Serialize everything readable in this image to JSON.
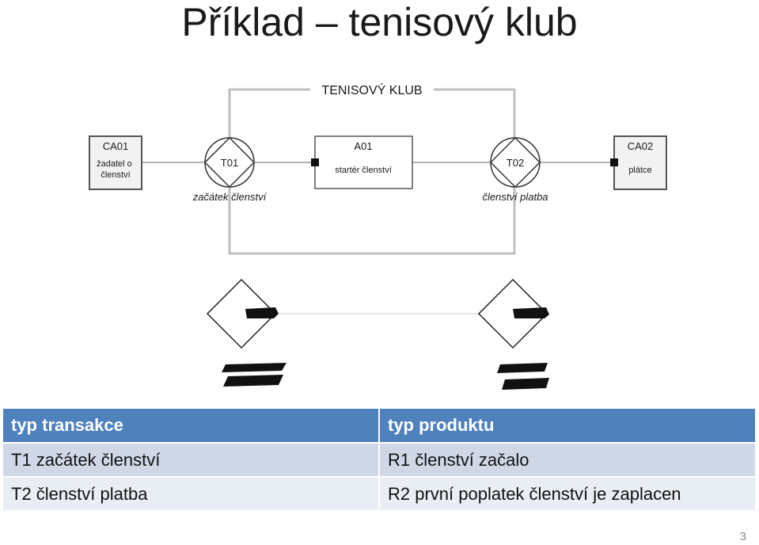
{
  "slide": {
    "title": "Příklad – tenisový klub",
    "page_number": "3"
  },
  "diagram": {
    "system_label": "TENISOVÝ KLUB",
    "ca01": {
      "id": "CA01",
      "name": "žadatel o členství"
    },
    "ca02": {
      "id": "CA02",
      "name": "plátce"
    },
    "a01": {
      "id": "A01",
      "name": "startér členství"
    },
    "t01": {
      "id": "T01",
      "caption": "začátek členství"
    },
    "t02": {
      "id": "T02",
      "caption": "členství platba"
    }
  },
  "legend": {
    "headers": [
      "typ transakce",
      "typ produktu"
    ],
    "rows": [
      [
        "T1 začátek členství",
        "R1 členství začalo"
      ],
      [
        "T2 členství platba",
        "R2 první poplatek členství je zaplacen"
      ]
    ]
  },
  "colors": {
    "header_bg": "#4f81bd",
    "row1_bg": "#d0d8e8",
    "row2_bg": "#e9edf4",
    "system_border": "#c0c0c0",
    "composite_actor_fill": "#f2f2f2"
  }
}
